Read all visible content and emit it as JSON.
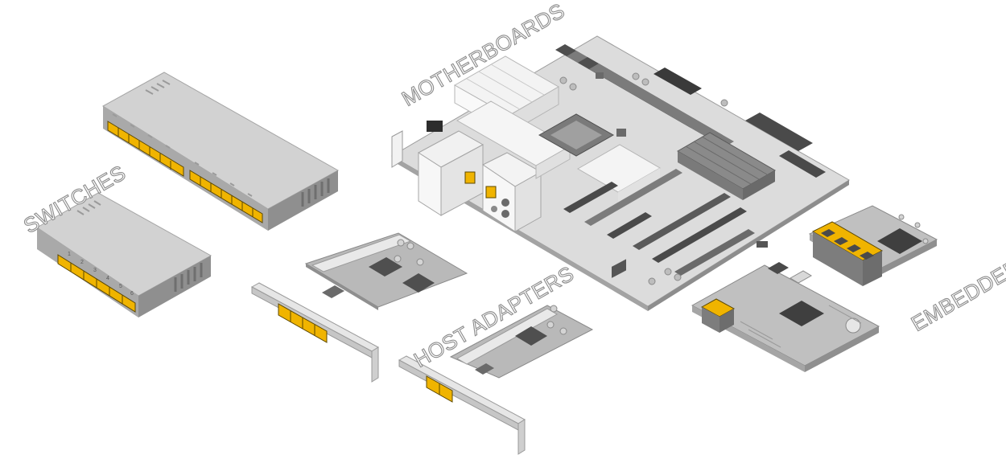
{
  "labels": {
    "motherboards": "MOTHERBOARDS",
    "switches": "SWITCHES",
    "host_adapters": "HOST ADAPTERS",
    "embedded": "EMBEDDED"
  },
  "switch_port_numbers": [
    "1",
    "2",
    "3",
    "4",
    "5",
    "6"
  ],
  "colors": {
    "background": "#ffffff",
    "port": "#f0b400",
    "device_top": "#c8c8c8",
    "device_side": "#8f8f8f",
    "board": "#b9b9b9",
    "label_outline": "#8c8c8c"
  },
  "icons": [
    "network-switch-large",
    "network-switch-small",
    "motherboard",
    "pci-network-card-4port",
    "pci-network-card-2port",
    "embedded-module-4port",
    "embedded-module-1port"
  ]
}
